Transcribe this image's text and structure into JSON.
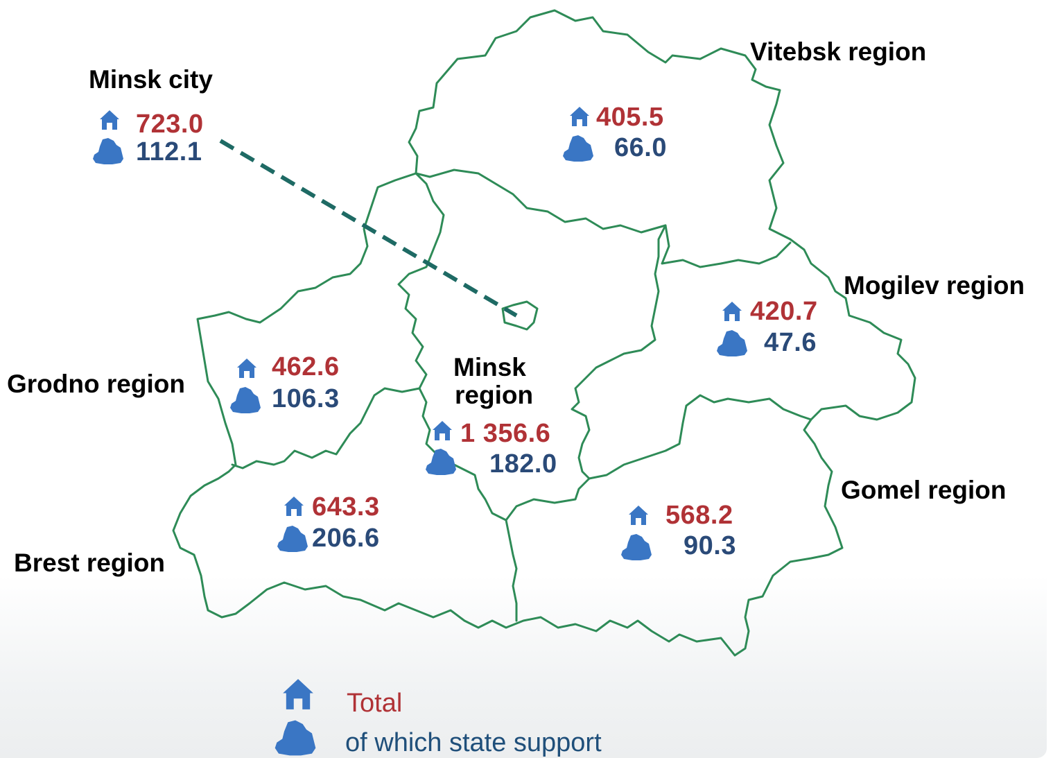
{
  "colors": {
    "total": "#b03236",
    "support": "#2a4a78",
    "border": "#2e8b57",
    "connector": "#1e6a64",
    "icon": "#3a76c4"
  },
  "regions": {
    "minsk_city": {
      "name": "Minsk city",
      "total": "723.0",
      "support": "112.1"
    },
    "vitebsk": {
      "name": "Vitebsk region",
      "total": "405.5",
      "support": "66.0"
    },
    "mogilev": {
      "name": "Mogilev region",
      "total": "420.7",
      "support": "47.6"
    },
    "grodno": {
      "name": "Grodno region",
      "total": "462.6",
      "support": "106.3"
    },
    "minsk_region": {
      "name_line1": "Minsk",
      "name_line2": "region",
      "total": "1 356.6",
      "support": "182.0"
    },
    "gomel": {
      "name": "Gomel region",
      "total": "568.2",
      "support": "90.3"
    },
    "brest": {
      "name": "Brest region",
      "total": "643.3",
      "support": "206.6"
    }
  },
  "legend": {
    "total_label": "Total",
    "support_label": "of which state support",
    "total_icon": "house-icon",
    "support_icon": "belarus-silhouette-icon"
  }
}
